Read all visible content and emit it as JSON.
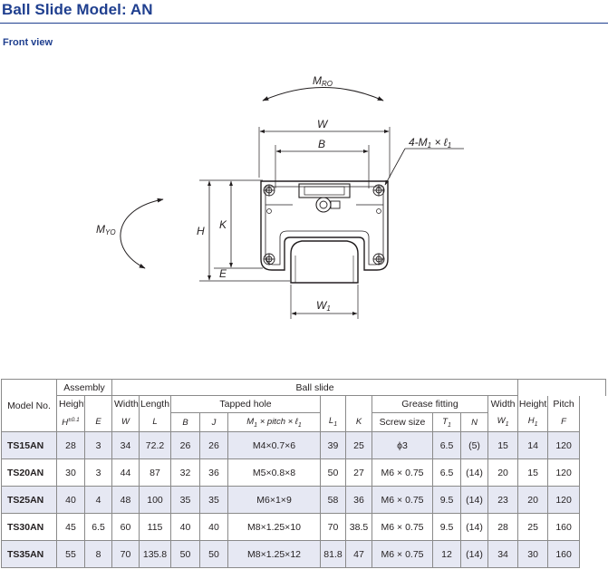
{
  "title": "Ball Slide Model: AN",
  "subtitle": "Front view",
  "drawing": {
    "mro": {
      "main": "M",
      "sub": "RO"
    },
    "myo": {
      "main": "M",
      "sub": "YO"
    },
    "w": "W",
    "b": "B",
    "h": "H",
    "k": "K",
    "e": "E",
    "w1": {
      "main": "W",
      "sub": "1"
    },
    "tap": {
      "prefix": "4-M",
      "sub1": "1",
      "mid": " × ℓ",
      "sub2": "1"
    }
  },
  "table": {
    "headers": {
      "model_no": "Model No.",
      "assembly": "Assembly",
      "ball_slide": "Ball slide",
      "height": "Height",
      "width": "Width",
      "length": "Length",
      "tapped_hole": "Tapped hole",
      "grease_fitting": "Grease fitting",
      "screw_size": "Screw size",
      "rail_width": "Width",
      "rail_height": "Height",
      "pitch": "Pitch"
    },
    "symbols": {
      "h": "H",
      "h_tol": "±0.1",
      "e": "E",
      "w": "W",
      "l": "L",
      "b": "B",
      "j": "J",
      "m1_main": "M",
      "m1_sub": "1",
      "m1_rest": " × pitch × ℓ",
      "m1_sub2": "1",
      "l1_main": "L",
      "l1_sub": "1",
      "k": "K",
      "t1_main": "T",
      "t1_sub": "1",
      "n": "N",
      "w1_main": "W",
      "w1_sub": "1",
      "h1_main": "H",
      "h1_sub": "1",
      "f": "F"
    },
    "rows": [
      {
        "model": "TS15AN",
        "h": "28",
        "e": "3",
        "w": "34",
        "l": "72.2",
        "b": "26",
        "j": "26",
        "tap": "M4×0.7×6",
        "l1": "39",
        "k": "25",
        "screw": "ϕ3",
        "t1": "6.5",
        "n": "(5)",
        "w1": "15",
        "h1": "14",
        "f": "120"
      },
      {
        "model": "TS20AN",
        "h": "30",
        "e": "3",
        "w": "44",
        "l": "87",
        "b": "32",
        "j": "36",
        "tap": "M5×0.8×8",
        "l1": "50",
        "k": "27",
        "screw": "M6 × 0.75",
        "t1": "6.5",
        "n": "(14)",
        "w1": "20",
        "h1": "15",
        "f": "120"
      },
      {
        "model": "TS25AN",
        "h": "40",
        "e": "4",
        "w": "48",
        "l": "100",
        "b": "35",
        "j": "35",
        "tap": "M6×1×9",
        "l1": "58",
        "k": "36",
        "screw": "M6 × 0.75",
        "t1": "9.5",
        "n": "(14)",
        "w1": "23",
        "h1": "20",
        "f": "120"
      },
      {
        "model": "TS30AN",
        "h": "45",
        "e": "6.5",
        "w": "60",
        "l": "115",
        "b": "40",
        "j": "40",
        "tap": "M8×1.25×10",
        "l1": "70",
        "k": "38.5",
        "screw": "M6 × 0.75",
        "t1": "9.5",
        "n": "(14)",
        "w1": "28",
        "h1": "25",
        "f": "160"
      },
      {
        "model": "TS35AN",
        "h": "55",
        "e": "8",
        "w": "70",
        "l": "135.8",
        "b": "50",
        "j": "50",
        "tap": "M8×1.25×12",
        "l1": "81.8",
        "k": "47",
        "screw": "M6 × 0.75",
        "t1": "12",
        "n": "(14)",
        "w1": "34",
        "h1": "30",
        "f": "160"
      }
    ]
  }
}
